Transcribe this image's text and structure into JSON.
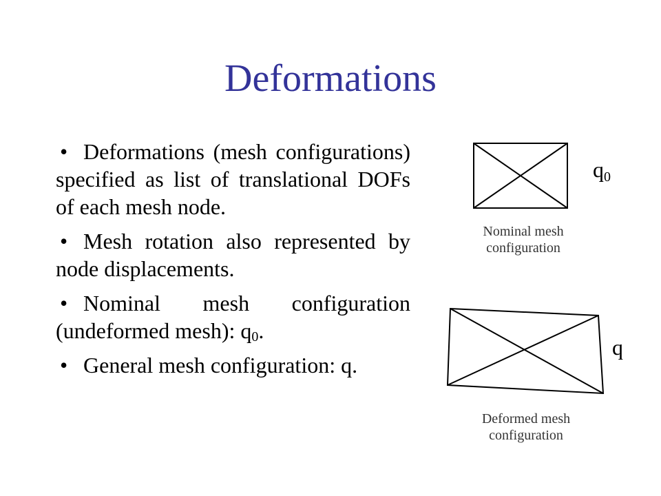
{
  "slide": {
    "title": "Deformations",
    "title_color": "#333399"
  },
  "bullets": [
    {
      "text": "Deformations (mesh configurations) specified as list of translational DOFs of each mesh node."
    },
    {
      "text": "Mesh rotation also represented by node displacements."
    },
    {
      "text_before": "Nominal mesh configuration (undeformed mesh): q",
      "subscript": "0",
      "text_after": "."
    },
    {
      "text": "General mesh configuration: q."
    }
  ],
  "bullet_symbol": "•",
  "diagram": {
    "nominal": {
      "label_main": "q",
      "label_sub": "0",
      "caption_line1": "Nominal mesh",
      "caption_line2": "configuration"
    },
    "deformed": {
      "label": "q",
      "caption_line1": "Deformed mesh",
      "caption_line2": "configuration"
    }
  }
}
